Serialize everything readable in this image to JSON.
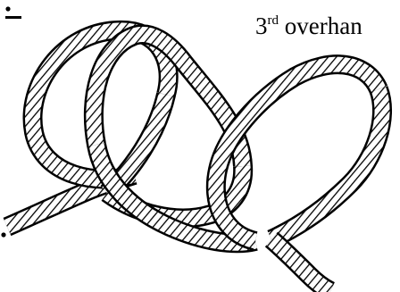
{
  "caption": {
    "number": "3",
    "suffix": "rd",
    "text": "overhan"
  },
  "illustration": {
    "subject": "rope-overhand-loops",
    "colors": {
      "ink": "#000000",
      "paper": "#ffffff"
    }
  }
}
